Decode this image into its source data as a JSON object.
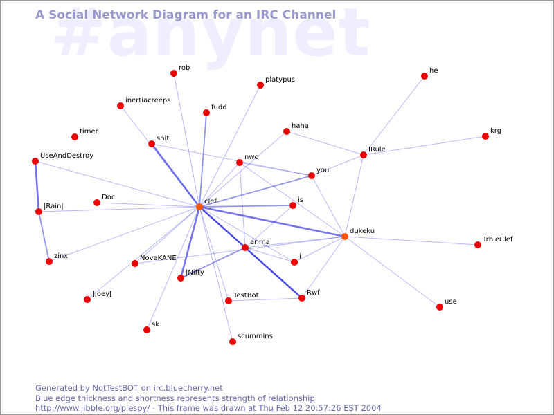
{
  "watermark": "#anynet",
  "title": "A Social Network Diagram for an IRC Channel",
  "colors": {
    "node_fill": "#ee0000",
    "hub_fill": "#ff5500",
    "edge": "#0000dd",
    "title": "#9999cc",
    "footer": "#6666aa",
    "watermark": "#eeeeff"
  },
  "footer": {
    "line1": "Generated by NotTestBOT on irc.bluecherry.net",
    "line2": "Blue edge thickness and shortness represents strength of relationship",
    "line3": "http://www.jibble.org/piespy/ - This frame was drawn at Thu Feb 12 20:57:26 EST 2004"
  },
  "nodes": [
    {
      "id": "rob",
      "label": "rob"
    },
    {
      "id": "platypus",
      "label": "platypus"
    },
    {
      "id": "he",
      "label": "he"
    },
    {
      "id": "inertiacreeps",
      "label": "inertiacreeps"
    },
    {
      "id": "fudd",
      "label": "fudd"
    },
    {
      "id": "timer",
      "label": "timer"
    },
    {
      "id": "shit",
      "label": "shit"
    },
    {
      "id": "haha",
      "label": "haha"
    },
    {
      "id": "krg",
      "label": "krg"
    },
    {
      "id": "UseAndDestroy",
      "label": "UseAndDestroy"
    },
    {
      "id": "nwo",
      "label": "nwo"
    },
    {
      "id": "IRule",
      "label": "IRule"
    },
    {
      "id": "you",
      "label": "you"
    },
    {
      "id": "Doc",
      "label": "Doc"
    },
    {
      "id": "IRainI",
      "label": "|Rain|"
    },
    {
      "id": "clef",
      "label": "clef"
    },
    {
      "id": "is",
      "label": "is"
    },
    {
      "id": "dukeku",
      "label": "dukeku"
    },
    {
      "id": "TrbleClef",
      "label": "TrbleClef"
    },
    {
      "id": "arima",
      "label": "arima"
    },
    {
      "id": "zinx",
      "label": "zinx"
    },
    {
      "id": "NovaKANE",
      "label": "NovaKANE"
    },
    {
      "id": "i",
      "label": "i"
    },
    {
      "id": "Nifty",
      "label": "|Nifty"
    },
    {
      "id": "Rwf",
      "label": "Rwf"
    },
    {
      "id": "JoeyI",
      "label": "]Joey["
    },
    {
      "id": "TestBot",
      "label": "TestBot"
    },
    {
      "id": "use",
      "label": "use"
    },
    {
      "id": "sk",
      "label": "sk"
    },
    {
      "id": "scummins",
      "label": "scummins"
    }
  ],
  "edges": [
    {
      "from": "clef",
      "to": "rob",
      "strength": 1
    },
    {
      "from": "clef",
      "to": "platypus",
      "strength": 1
    },
    {
      "from": "clef",
      "to": "inertiacreeps",
      "strength": 1
    },
    {
      "from": "clef",
      "to": "fudd",
      "strength": 2
    },
    {
      "from": "clef",
      "to": "shit",
      "strength": 3
    },
    {
      "from": "clef",
      "to": "haha",
      "strength": 1
    },
    {
      "from": "clef",
      "to": "UseAndDestroy",
      "strength": 1
    },
    {
      "from": "clef",
      "to": "nwo",
      "strength": 1
    },
    {
      "from": "clef",
      "to": "you",
      "strength": 2
    },
    {
      "from": "clef",
      "to": "Doc",
      "strength": 1
    },
    {
      "from": "clef",
      "to": "IRainI",
      "strength": 1
    },
    {
      "from": "clef",
      "to": "is",
      "strength": 2
    },
    {
      "from": "clef",
      "to": "dukeku",
      "strength": 3
    },
    {
      "from": "clef",
      "to": "arima",
      "strength": 2
    },
    {
      "from": "clef",
      "to": "zinx",
      "strength": 1
    },
    {
      "from": "clef",
      "to": "NovaKANE",
      "strength": 1
    },
    {
      "from": "clef",
      "to": "i",
      "strength": 1
    },
    {
      "from": "clef",
      "to": "Nifty",
      "strength": 3
    },
    {
      "from": "clef",
      "to": "Rwf",
      "strength": 3
    },
    {
      "from": "clef",
      "to": "JoeyI",
      "strength": 1
    },
    {
      "from": "clef",
      "to": "TestBot",
      "strength": 1
    },
    {
      "from": "clef",
      "to": "sk",
      "strength": 1
    },
    {
      "from": "clef",
      "to": "scummins",
      "strength": 1
    },
    {
      "from": "UseAndDestroy",
      "to": "IRainI",
      "strength": 3
    },
    {
      "from": "IRainI",
      "to": "zinx",
      "strength": 2
    },
    {
      "from": "shit",
      "to": "you",
      "strength": 1
    },
    {
      "from": "nwo",
      "to": "you",
      "strength": 1
    },
    {
      "from": "nwo",
      "to": "arima",
      "strength": 1
    },
    {
      "from": "nwo",
      "to": "dukeku",
      "strength": 1
    },
    {
      "from": "haha",
      "to": "IRule",
      "strength": 1
    },
    {
      "from": "IRule",
      "to": "he",
      "strength": 1
    },
    {
      "from": "IRule",
      "to": "krg",
      "strength": 1
    },
    {
      "from": "IRule",
      "to": "you",
      "strength": 1
    },
    {
      "from": "IRule",
      "to": "dukeku",
      "strength": 1
    },
    {
      "from": "you",
      "to": "dukeku",
      "strength": 1
    },
    {
      "from": "is",
      "to": "arima",
      "strength": 1
    },
    {
      "from": "dukeku",
      "to": "TrbleClef",
      "strength": 1
    },
    {
      "from": "dukeku",
      "to": "arima",
      "strength": 1
    },
    {
      "from": "dukeku",
      "to": "i",
      "strength": 1
    },
    {
      "from": "dukeku",
      "to": "Rwf",
      "strength": 1
    },
    {
      "from": "dukeku",
      "to": "use",
      "strength": 1
    },
    {
      "from": "dukeku",
      "to": "NovaKANE",
      "strength": 1
    },
    {
      "from": "arima",
      "to": "Nifty",
      "strength": 2
    },
    {
      "from": "arima",
      "to": "i",
      "strength": 1
    },
    {
      "from": "arima",
      "to": "Rwf",
      "strength": 2
    },
    {
      "from": "TestBot",
      "to": "Rwf",
      "strength": 1
    }
  ]
}
